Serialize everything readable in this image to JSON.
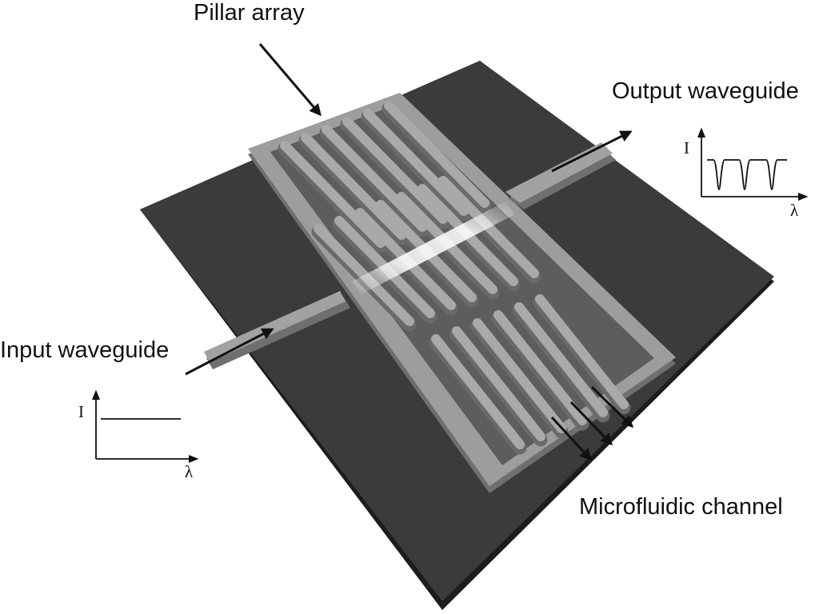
{
  "labels": {
    "pillar_array": "Pillar array",
    "output_waveguide": "Output waveguide",
    "input_waveguide": "Input waveguide",
    "microfluidic_channel": "Microfluidic channel"
  },
  "input_spectrum": {
    "y_axis": "I",
    "x_axis": "λ",
    "shape": "flat"
  },
  "output_spectrum": {
    "y_axis": "I",
    "x_axis": "λ",
    "shape": "three resonance dips"
  },
  "colors": {
    "substrate_top": "#3a3a3a",
    "substrate_edge": "#1c1c1c",
    "silicon_top": "#9d9d9d",
    "silicon_side": "#6f6f6f",
    "channel_floor": "#5d5d5d",
    "pillar_top": "#a8a8a8",
    "pillar_side": "#727272",
    "light_glow": "#ffffff",
    "ink": "#111111"
  }
}
